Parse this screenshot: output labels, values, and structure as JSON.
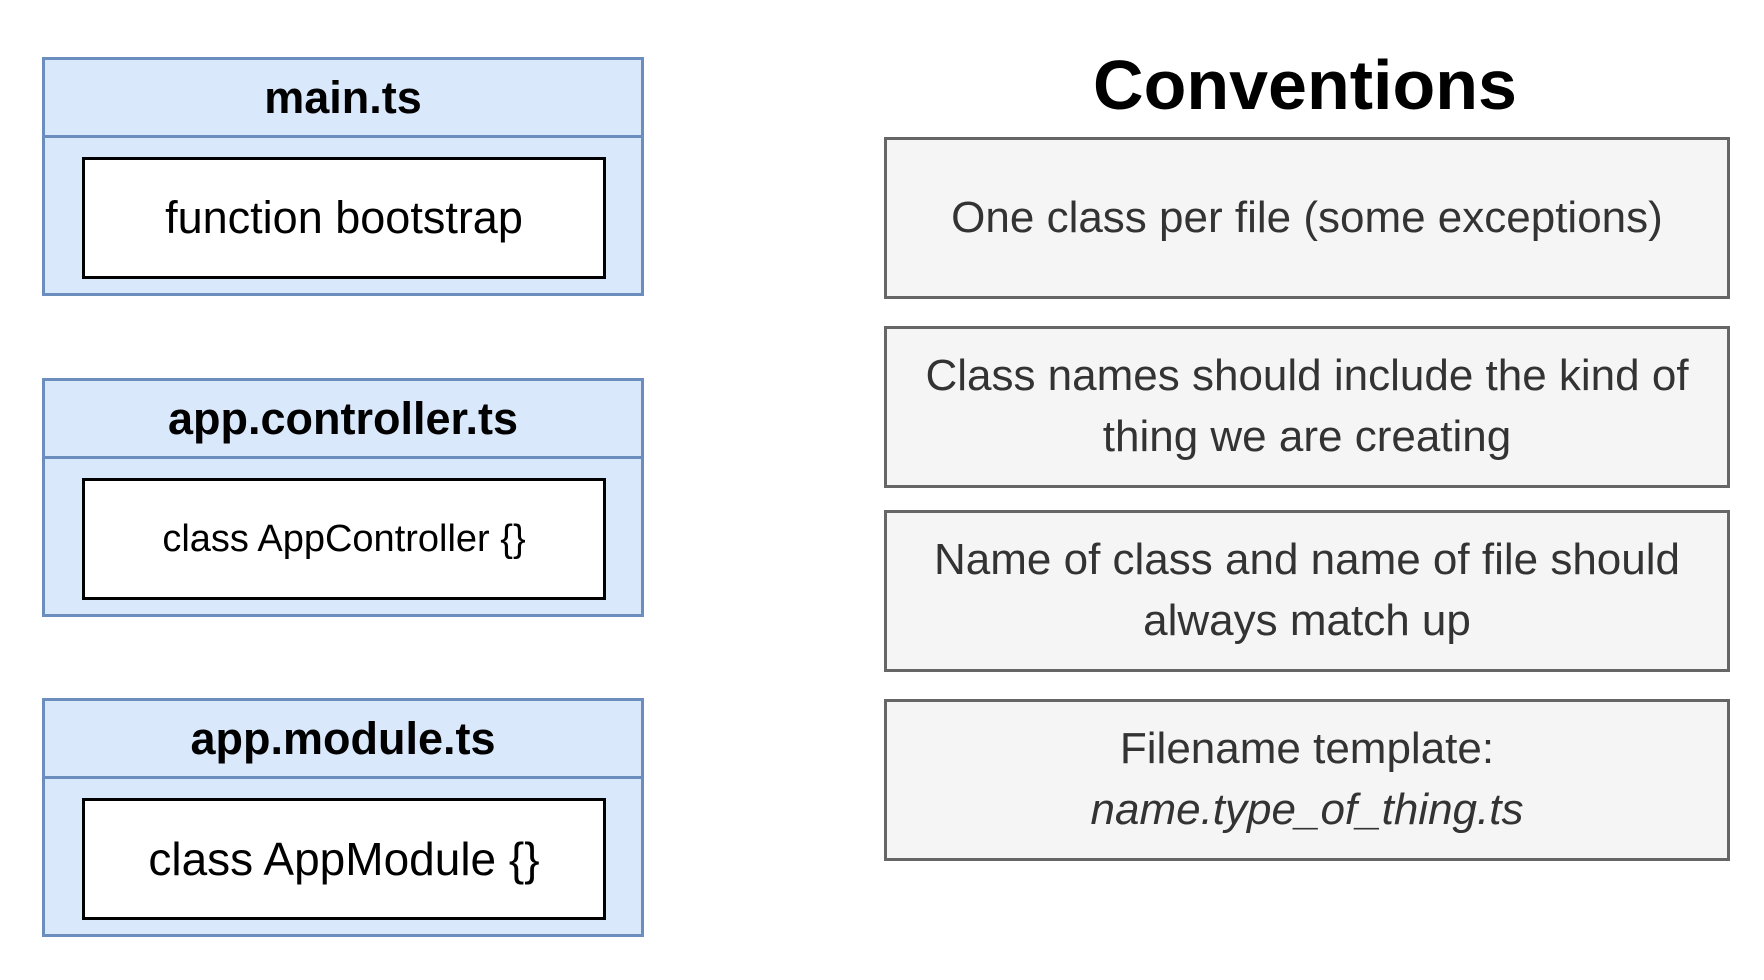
{
  "files": [
    {
      "name": "main.ts",
      "code": "function bootstrap"
    },
    {
      "name": "app.controller.ts",
      "code": "class AppController {}"
    },
    {
      "name": "app.module.ts",
      "code": "class AppModule {}"
    }
  ],
  "conventions": {
    "title": "Conventions",
    "rules": [
      "One class per file (some exceptions)",
      "Class names should include the kind of thing we are creating",
      "Name of class and name of file should always match up"
    ],
    "filename_template": {
      "label": "Filename template:",
      "pattern": "name.type_of_thing.ts"
    }
  },
  "colors": {
    "file_fill": "#dae8fc",
    "file_border": "#6c8ebf",
    "convention_fill": "#f5f5f5",
    "convention_border": "#666666"
  }
}
